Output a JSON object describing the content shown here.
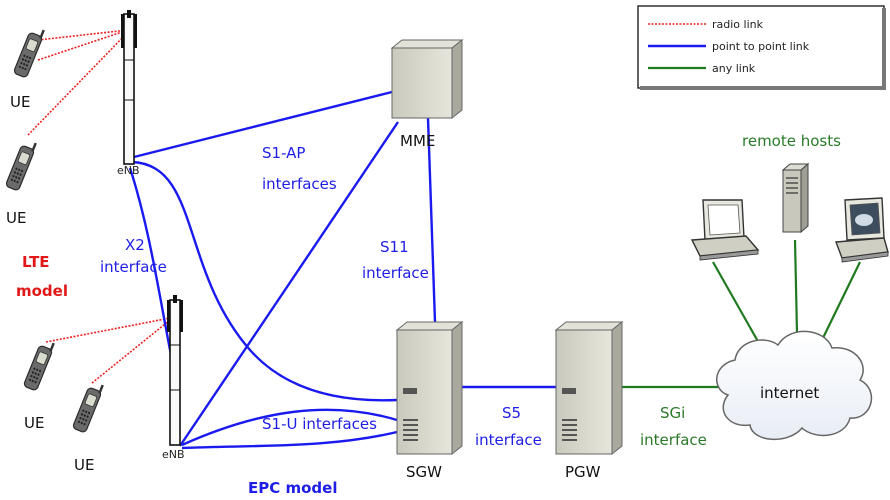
{
  "legend": {
    "items": [
      {
        "label": "radio link",
        "color": "#ee2222",
        "style": "dotted"
      },
      {
        "label": "point to point link",
        "color": "#1a1af0",
        "style": "solid"
      },
      {
        "label": "any link",
        "color": "#1f7a1f",
        "style": "solid"
      }
    ]
  },
  "ue_label": "UE",
  "enb_label": "eNB",
  "lte_model": {
    "line1": "LTE",
    "line2": "model"
  },
  "epc_model": "EPC model",
  "x2": {
    "line1": "X2",
    "line2": "interface"
  },
  "s1ap": {
    "line1": "S1-AP",
    "line2": "interfaces"
  },
  "s11": {
    "line1": "S11",
    "line2": "interface"
  },
  "s1u": "S1-U interfaces",
  "s5": {
    "line1": "S5",
    "line2": "interface"
  },
  "sgi": {
    "line1": "SGi",
    "line2": "interface"
  },
  "nodes": {
    "mme": "MME",
    "sgw": "SGW",
    "pgw": "PGW"
  },
  "remote_hosts": "remote hosts",
  "internet": "internet"
}
